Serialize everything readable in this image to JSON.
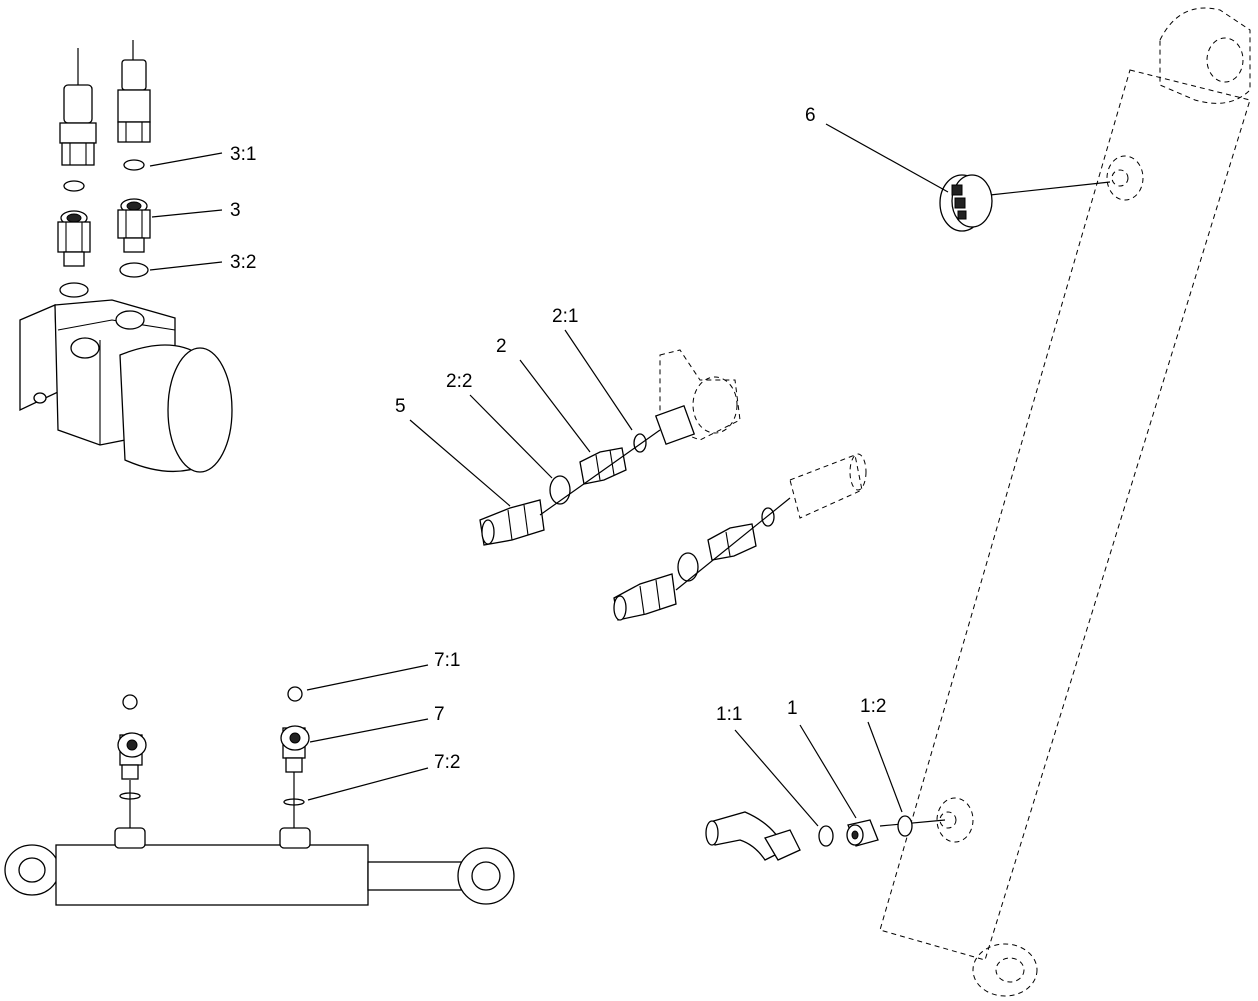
{
  "callouts": [
    {
      "id": "c-3-1",
      "label": "3:1"
    },
    {
      "id": "c-3",
      "label": "3"
    },
    {
      "id": "c-3-2",
      "label": "3:2"
    },
    {
      "id": "c-6",
      "label": "6"
    },
    {
      "id": "c-2-1",
      "label": "2:1"
    },
    {
      "id": "c-2",
      "label": "2"
    },
    {
      "id": "c-2-2",
      "label": "2:2"
    },
    {
      "id": "c-5",
      "label": "5"
    },
    {
      "id": "c-7-1",
      "label": "7:1"
    },
    {
      "id": "c-7",
      "label": "7"
    },
    {
      "id": "c-7-2",
      "label": "7:2"
    },
    {
      "id": "c-1-1",
      "label": "1:1"
    },
    {
      "id": "c-1",
      "label": "1"
    },
    {
      "id": "c-1-2",
      "label": "1:2"
    }
  ]
}
